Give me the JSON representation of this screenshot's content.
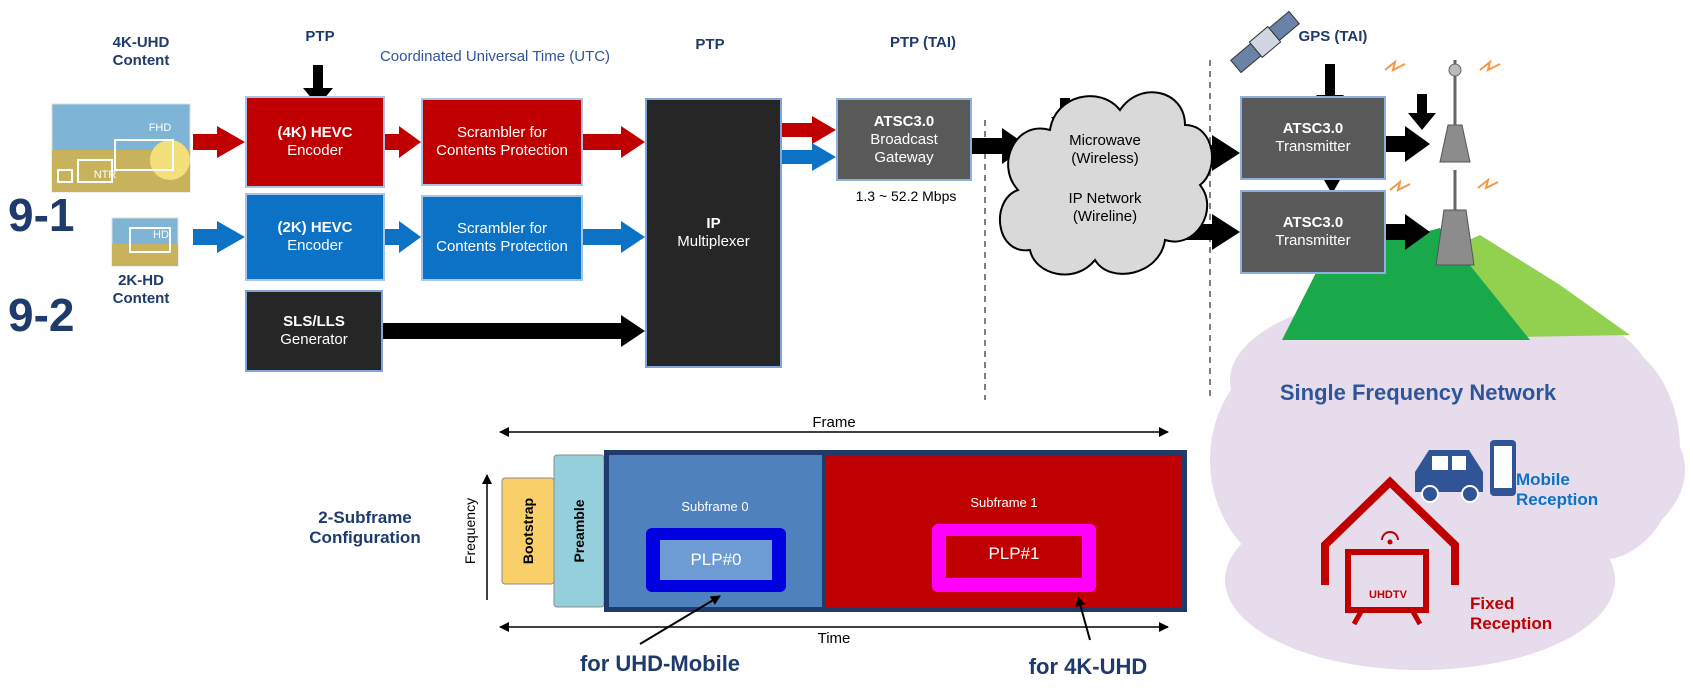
{
  "labels": {
    "uhd_content": "4K-UHD Content",
    "hd_content": "2K-HD Content",
    "ptp1": "PTP",
    "utc": "Coordinated Universal Time (UTC)",
    "ptp2": "PTP",
    "ptp_tai": "PTP (TAI)",
    "gps_tai": "GPS (TAI)",
    "bitrate": "1.3 ~ 52.2 Mbps",
    "sfn": "Single Frequency Network",
    "mobile_reception": "Mobile Reception",
    "fixed_reception": "Fixed Reception",
    "uhdtv": "UHDTV",
    "ntr": "NTR",
    "hd": "HD",
    "fhd": "FHD",
    "nine_one": "9-1",
    "nine_two": "9-2"
  },
  "blocks": {
    "hevc4k_title": "(4K) HEVC",
    "hevc4k_sub": "Encoder",
    "hevc2k_title": "(2K) HEVC",
    "hevc2k_sub": "Encoder",
    "scrambler_red": "Scrambler for Contents Protection",
    "scrambler_blue": "Scrambler for Contents Protection",
    "sls_title": "SLS/LLS",
    "sls_sub": "Generator",
    "ip_title": "IP",
    "ip_sub": "Multiplexer",
    "gw_title": "ATSC3.0",
    "gw_sub": "Broadcast Gateway",
    "tx1_title": "ATSC3.0",
    "tx1_sub": "Transmitter",
    "tx2_title": "ATSC3.0",
    "tx2_sub": "Transmitter",
    "cloud_line1": "Microwave",
    "cloud_line2": "(Wireless)",
    "cloud_line3": "IP Network",
    "cloud_line4": "(Wireline)"
  },
  "frame": {
    "frame_label": "Frame",
    "time_label": "Time",
    "frequency_label": "Frequency",
    "config_label": "2-Subframe Configuration",
    "bootstrap": "Bootstrap",
    "preamble": "Preamble",
    "subframe0": "Subframe 0",
    "subframe1": "Subframe 1",
    "plp0": "PLP#0",
    "plp1": "PLP#1",
    "for_mobile": "for UHD-Mobile",
    "for_4k": "for 4K-UHD"
  },
  "colors": {
    "red": "#c00000",
    "blue": "#0b72c6",
    "dark": "#262626",
    "grey": "#595959",
    "navy": "#1f3b6b",
    "magenta": "#ff00ff",
    "subframe0_bg": "#4f81bd",
    "plp0_border": "#0000e0",
    "plp0_bg": "#6d9bd3",
    "bootstrap": "#f8cf68",
    "preamble": "#96cfdc",
    "sfn_cloud": "#e6dcec",
    "mountain_green": "#19a84a",
    "mobile_text": "#0b72c6",
    "fixed_text": "#c00000"
  }
}
